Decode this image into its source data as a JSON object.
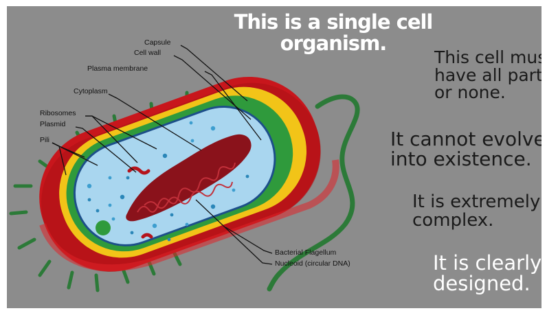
{
  "headline": [
    "This is a single cell",
    "organism."
  ],
  "statements": [
    [
      "This cell must",
      "have all parts",
      "or none."
    ],
    [
      "It cannot evolve",
      "into existence."
    ],
    [
      "It is extremely",
      "complex."
    ],
    [
      "It is clearly",
      "designed."
    ]
  ],
  "labels": {
    "capsule": "Capsule",
    "cell_wall": "Cell wall",
    "plasma_membrane": "Plasma membrane",
    "cytoplasm": "Cytoplasm",
    "ribosomes": "Ribosomes",
    "plasmid": "Plasmid",
    "pili": "Pili",
    "flagellum": "Bacterial Flagellum",
    "nucleoid": "Nucleoid (circular DNA)"
  },
  "colors": {
    "background": "#8c8c8c",
    "capsule": "#c8161c",
    "cell_wall": "#f2c418",
    "plasma_membrane": "#2f9a3c",
    "cytoplasm": "#a9d6ef",
    "nucleoid": "#9c1620",
    "pili_flagellum": "#2c7a38",
    "ribosomes": "#2a86b8"
  }
}
